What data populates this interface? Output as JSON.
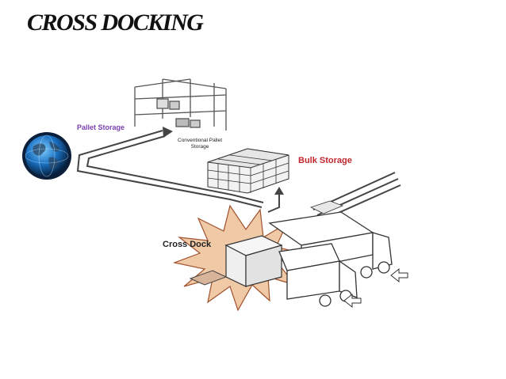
{
  "slide": {
    "title": "CROSS DOCKING"
  },
  "diagram": {
    "labels": {
      "pallet_storage": "Pallet Storage",
      "conventional_line1": "Conventional Pallet",
      "conventional_line2": "Storage",
      "bulk_storage": "Bulk Storage",
      "cross_dock": "Cross Dock"
    },
    "icons": {
      "globe": "globe-icon",
      "burst": "starburst-highlight",
      "flow": "flow-arrow"
    },
    "colors": {
      "pallet_label": "#7b3fb0",
      "bulk_label": "#c0272d",
      "burst_fill": "#f0c9a6",
      "burst_stroke": "#a0522d",
      "globe_blue": "#1a6fc0"
    }
  }
}
